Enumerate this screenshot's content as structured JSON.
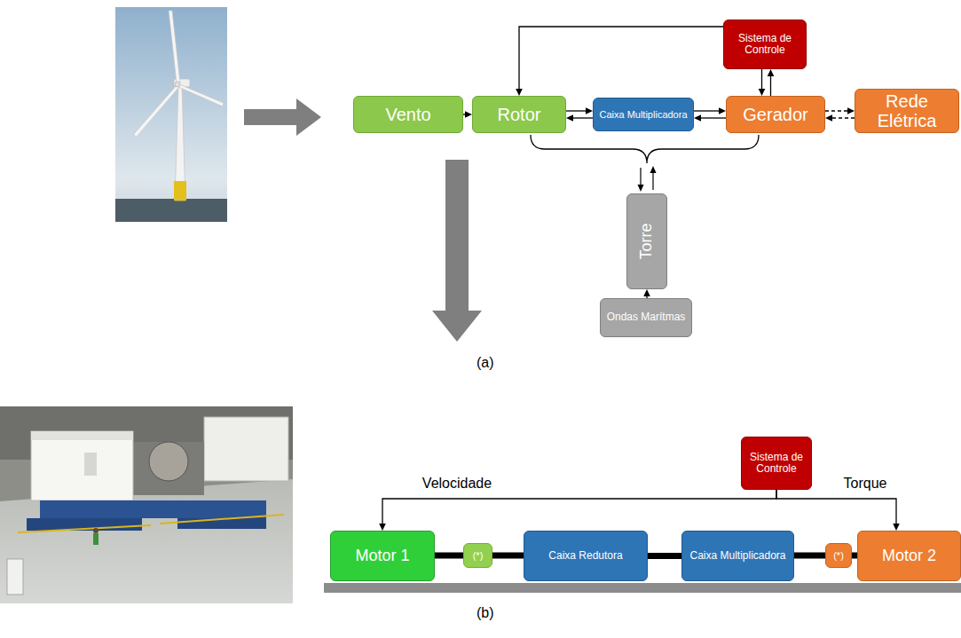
{
  "diagram": {
    "nodes": [
      {
        "text": [
          "Sistema de Controle"
        ]
      },
      {
        "text": [
          "Vento"
        ]
      },
      {
        "text": [
          "Rotor"
        ]
      },
      {
        "text": [
          "Caixa Multiplicadora"
        ]
      },
      {
        "text": [
          "Gerador"
        ]
      },
      {
        "text": [
          "Rede Elétrica"
        ]
      },
      {
        "text": [
          "Torre"
        ]
      },
      {
        "text": [
          "Ondas Marítmas"
        ]
      },
      {
        "text": [
          "Sistema de Controle"
        ]
      },
      {
        "text": [
          "Motor 1"
        ]
      },
      {
        "text": [
          "(*)"
        ]
      },
      {
        "text": [
          "Caixa Redutora"
        ]
      },
      {
        "text": [
          "Caixa Multiplicadora"
        ]
      },
      {
        "text": [
          "(*)"
        ]
      },
      {
        "text": [
          "Motor 2"
        ]
      }
    ],
    "edges": [
      {
        "from": 1,
        "to": 2,
        "arrow": "to"
      },
      {
        "from": 2,
        "to": 3,
        "arrow": "both"
      },
      {
        "from": 3,
        "to": 4,
        "arrow": "both"
      },
      {
        "from": 4,
        "to": 5,
        "arrow": "both"
      },
      {
        "from": 0,
        "to": 2,
        "arrow": "to"
      },
      {
        "from": 0,
        "to": 4,
        "arrow": "both"
      },
      {
        "from": 7,
        "to": 6,
        "arrow": "to"
      },
      {
        "from": 8,
        "to": 9,
        "label": "Velocidade",
        "arrow": "to"
      },
      {
        "from": 8,
        "to": 14,
        "label": "Torque",
        "arrow": "to"
      },
      {
        "from": 9,
        "to": 10,
        "arrow": "none"
      },
      {
        "from": 10,
        "to": 11,
        "arrow": "none"
      },
      {
        "from": 11,
        "to": 12,
        "arrow": "none"
      },
      {
        "from": 12,
        "to": 13,
        "arrow": "none"
      },
      {
        "from": 13,
        "to": 14,
        "arrow": "none"
      }
    ],
    "labels": [
      "(a)",
      "(b)"
    ]
  }
}
